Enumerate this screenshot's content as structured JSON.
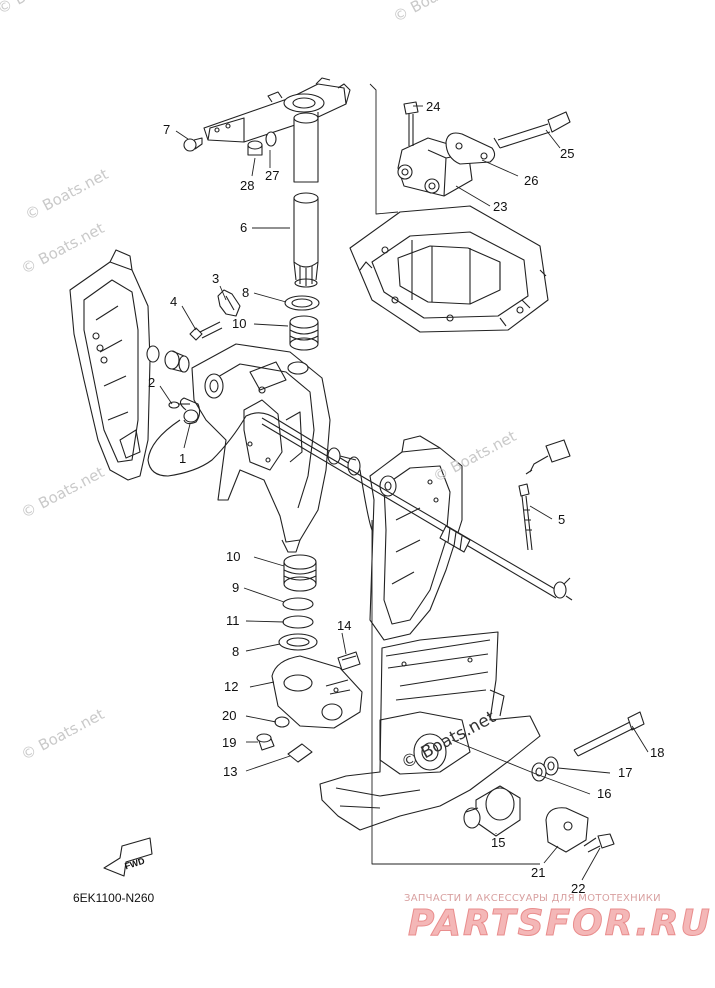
{
  "diagram": {
    "drawing_code": "6EK1100-N260",
    "fwd_label": "FWD",
    "callouts": [
      {
        "id": "c1",
        "text": "1"
      },
      {
        "id": "c2",
        "text": "2"
      },
      {
        "id": "c3",
        "text": "3"
      },
      {
        "id": "c4",
        "text": "4"
      },
      {
        "id": "c5",
        "text": "5"
      },
      {
        "id": "c6",
        "text": "6"
      },
      {
        "id": "c7",
        "text": "7"
      },
      {
        "id": "c8a",
        "text": "8"
      },
      {
        "id": "c8b",
        "text": "8"
      },
      {
        "id": "c9",
        "text": "9"
      },
      {
        "id": "c10a",
        "text": "10"
      },
      {
        "id": "c10b",
        "text": "10"
      },
      {
        "id": "c11",
        "text": "11"
      },
      {
        "id": "c12",
        "text": "12"
      },
      {
        "id": "c13",
        "text": "13"
      },
      {
        "id": "c14",
        "text": "14"
      },
      {
        "id": "c15",
        "text": "15"
      },
      {
        "id": "c16",
        "text": "16"
      },
      {
        "id": "c17",
        "text": "17"
      },
      {
        "id": "c18",
        "text": "18"
      },
      {
        "id": "c19",
        "text": "19"
      },
      {
        "id": "c20",
        "text": "20"
      },
      {
        "id": "c21",
        "text": "21"
      },
      {
        "id": "c22",
        "text": "22"
      },
      {
        "id": "c23",
        "text": "23"
      },
      {
        "id": "c24",
        "text": "24"
      },
      {
        "id": "c25",
        "text": "25"
      },
      {
        "id": "c26",
        "text": "26"
      },
      {
        "id": "c27",
        "text": "27"
      },
      {
        "id": "c28",
        "text": "28"
      }
    ]
  },
  "watermarks": {
    "site": "© Boats.net"
  },
  "branding": {
    "caption": "ЗАПЧАСТИ И АКСЕССУАРЫ ДЛЯ МОТОТЕХНИКИ",
    "logo": "PARTSFOR.RU",
    "logo_color": "#f4b7b7"
  }
}
